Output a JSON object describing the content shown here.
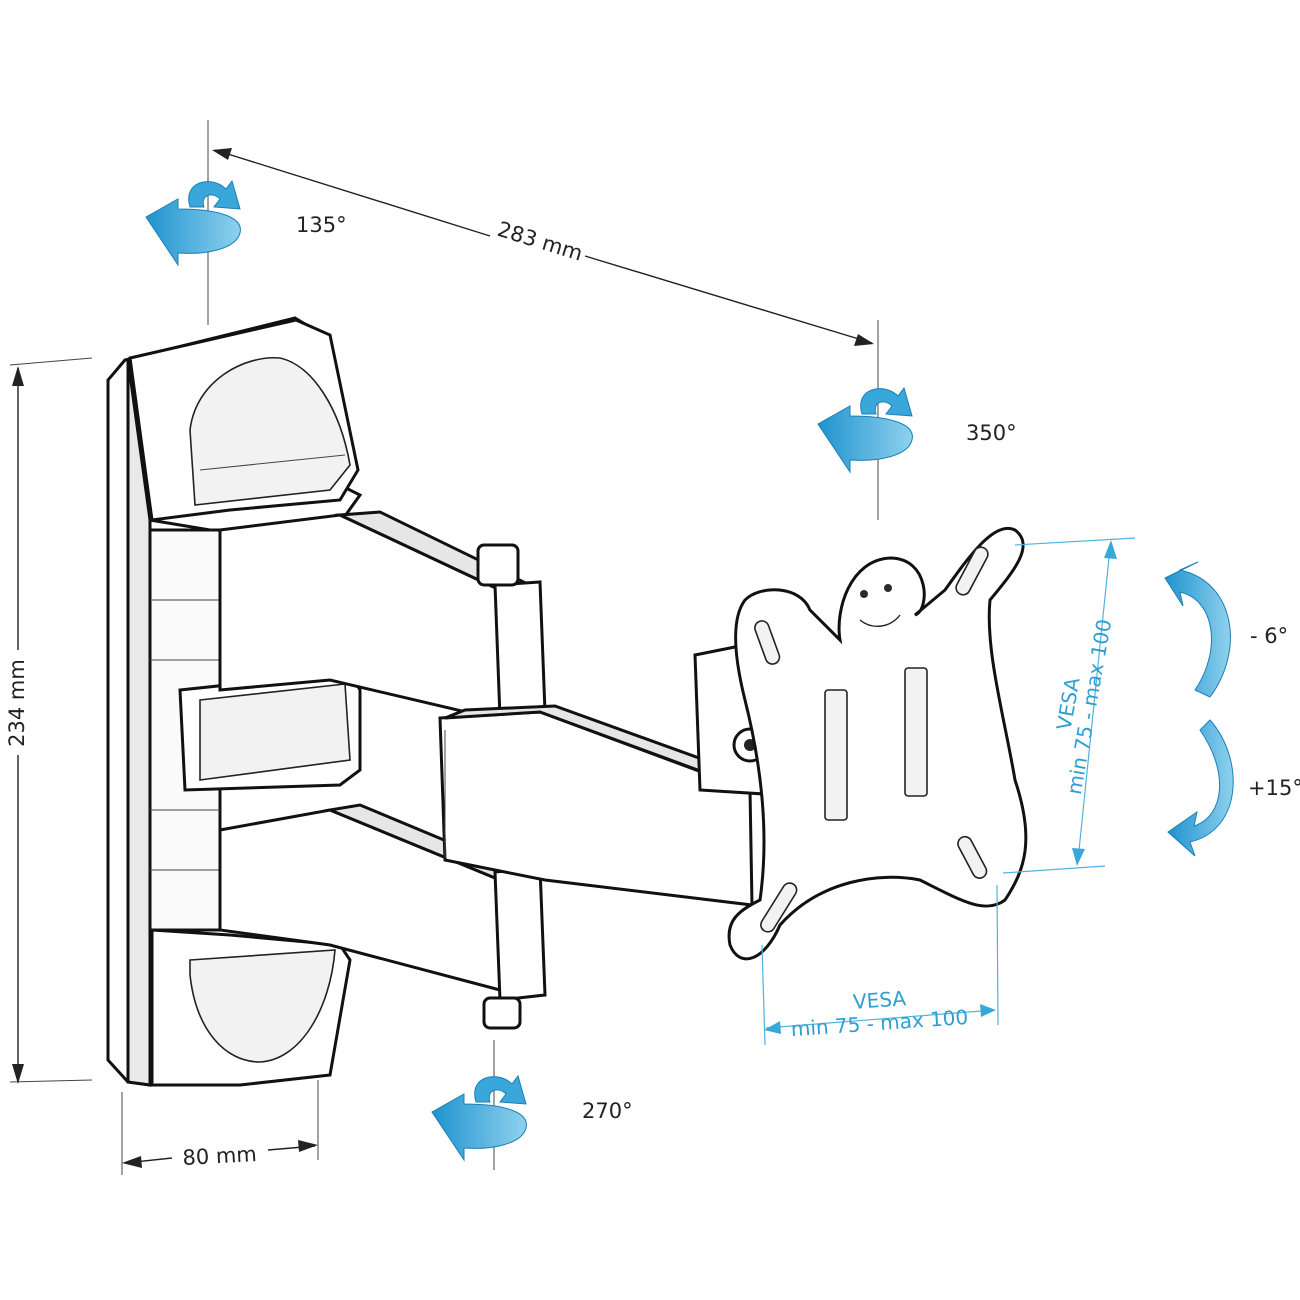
{
  "dimensions": {
    "arm_length": "283 mm",
    "height": "234 mm",
    "width": "80 mm"
  },
  "rotations": {
    "wall_joint": "135°",
    "head_joint": "350°",
    "middle_joint": "270°",
    "tilt_down": "- 6°",
    "tilt_up": "+15°"
  },
  "vesa_vertical": {
    "title": "VESA",
    "range": "min 75 - max 100"
  },
  "vesa_horizontal": {
    "title": "VESA",
    "range": "min 75 - max 100"
  },
  "colors": {
    "arrow_blue": "#3aa7da",
    "arrow_blue_light": "#8fd1ee",
    "outline": "#111111",
    "vesa_text": "#2f9fd3"
  }
}
